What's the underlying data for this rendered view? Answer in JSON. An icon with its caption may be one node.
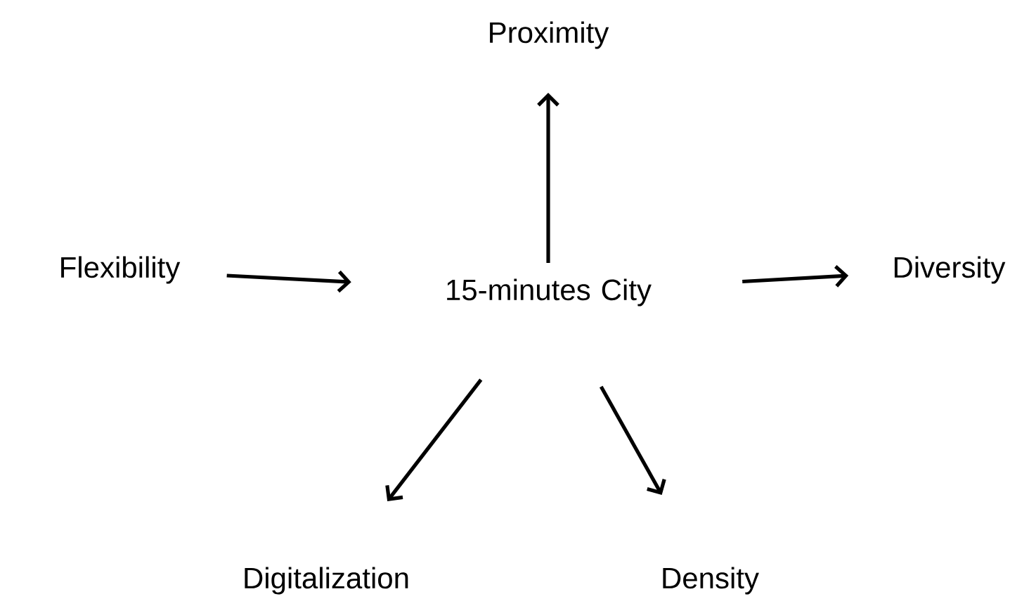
{
  "diagram": {
    "nodes": [
      {
        "text": [
          "15-minutes City"
        ]
      },
      {
        "text": [
          "Proximity"
        ]
      },
      {
        "text": [
          "Flexibility"
        ]
      },
      {
        "text": [
          "Diversity"
        ]
      },
      {
        "text": [
          "Digitalization"
        ]
      },
      {
        "text": [
          "Density"
        ]
      }
    ],
    "edges": [
      {
        "from": 0,
        "to": 1,
        "arrow": "to"
      },
      {
        "from": 2,
        "to": 0,
        "arrow": "to"
      },
      {
        "from": 0,
        "to": 3,
        "arrow": "to"
      },
      {
        "from": 0,
        "to": 4,
        "arrow": "to"
      },
      {
        "from": 0,
        "to": 5,
        "arrow": "to"
      }
    ]
  }
}
